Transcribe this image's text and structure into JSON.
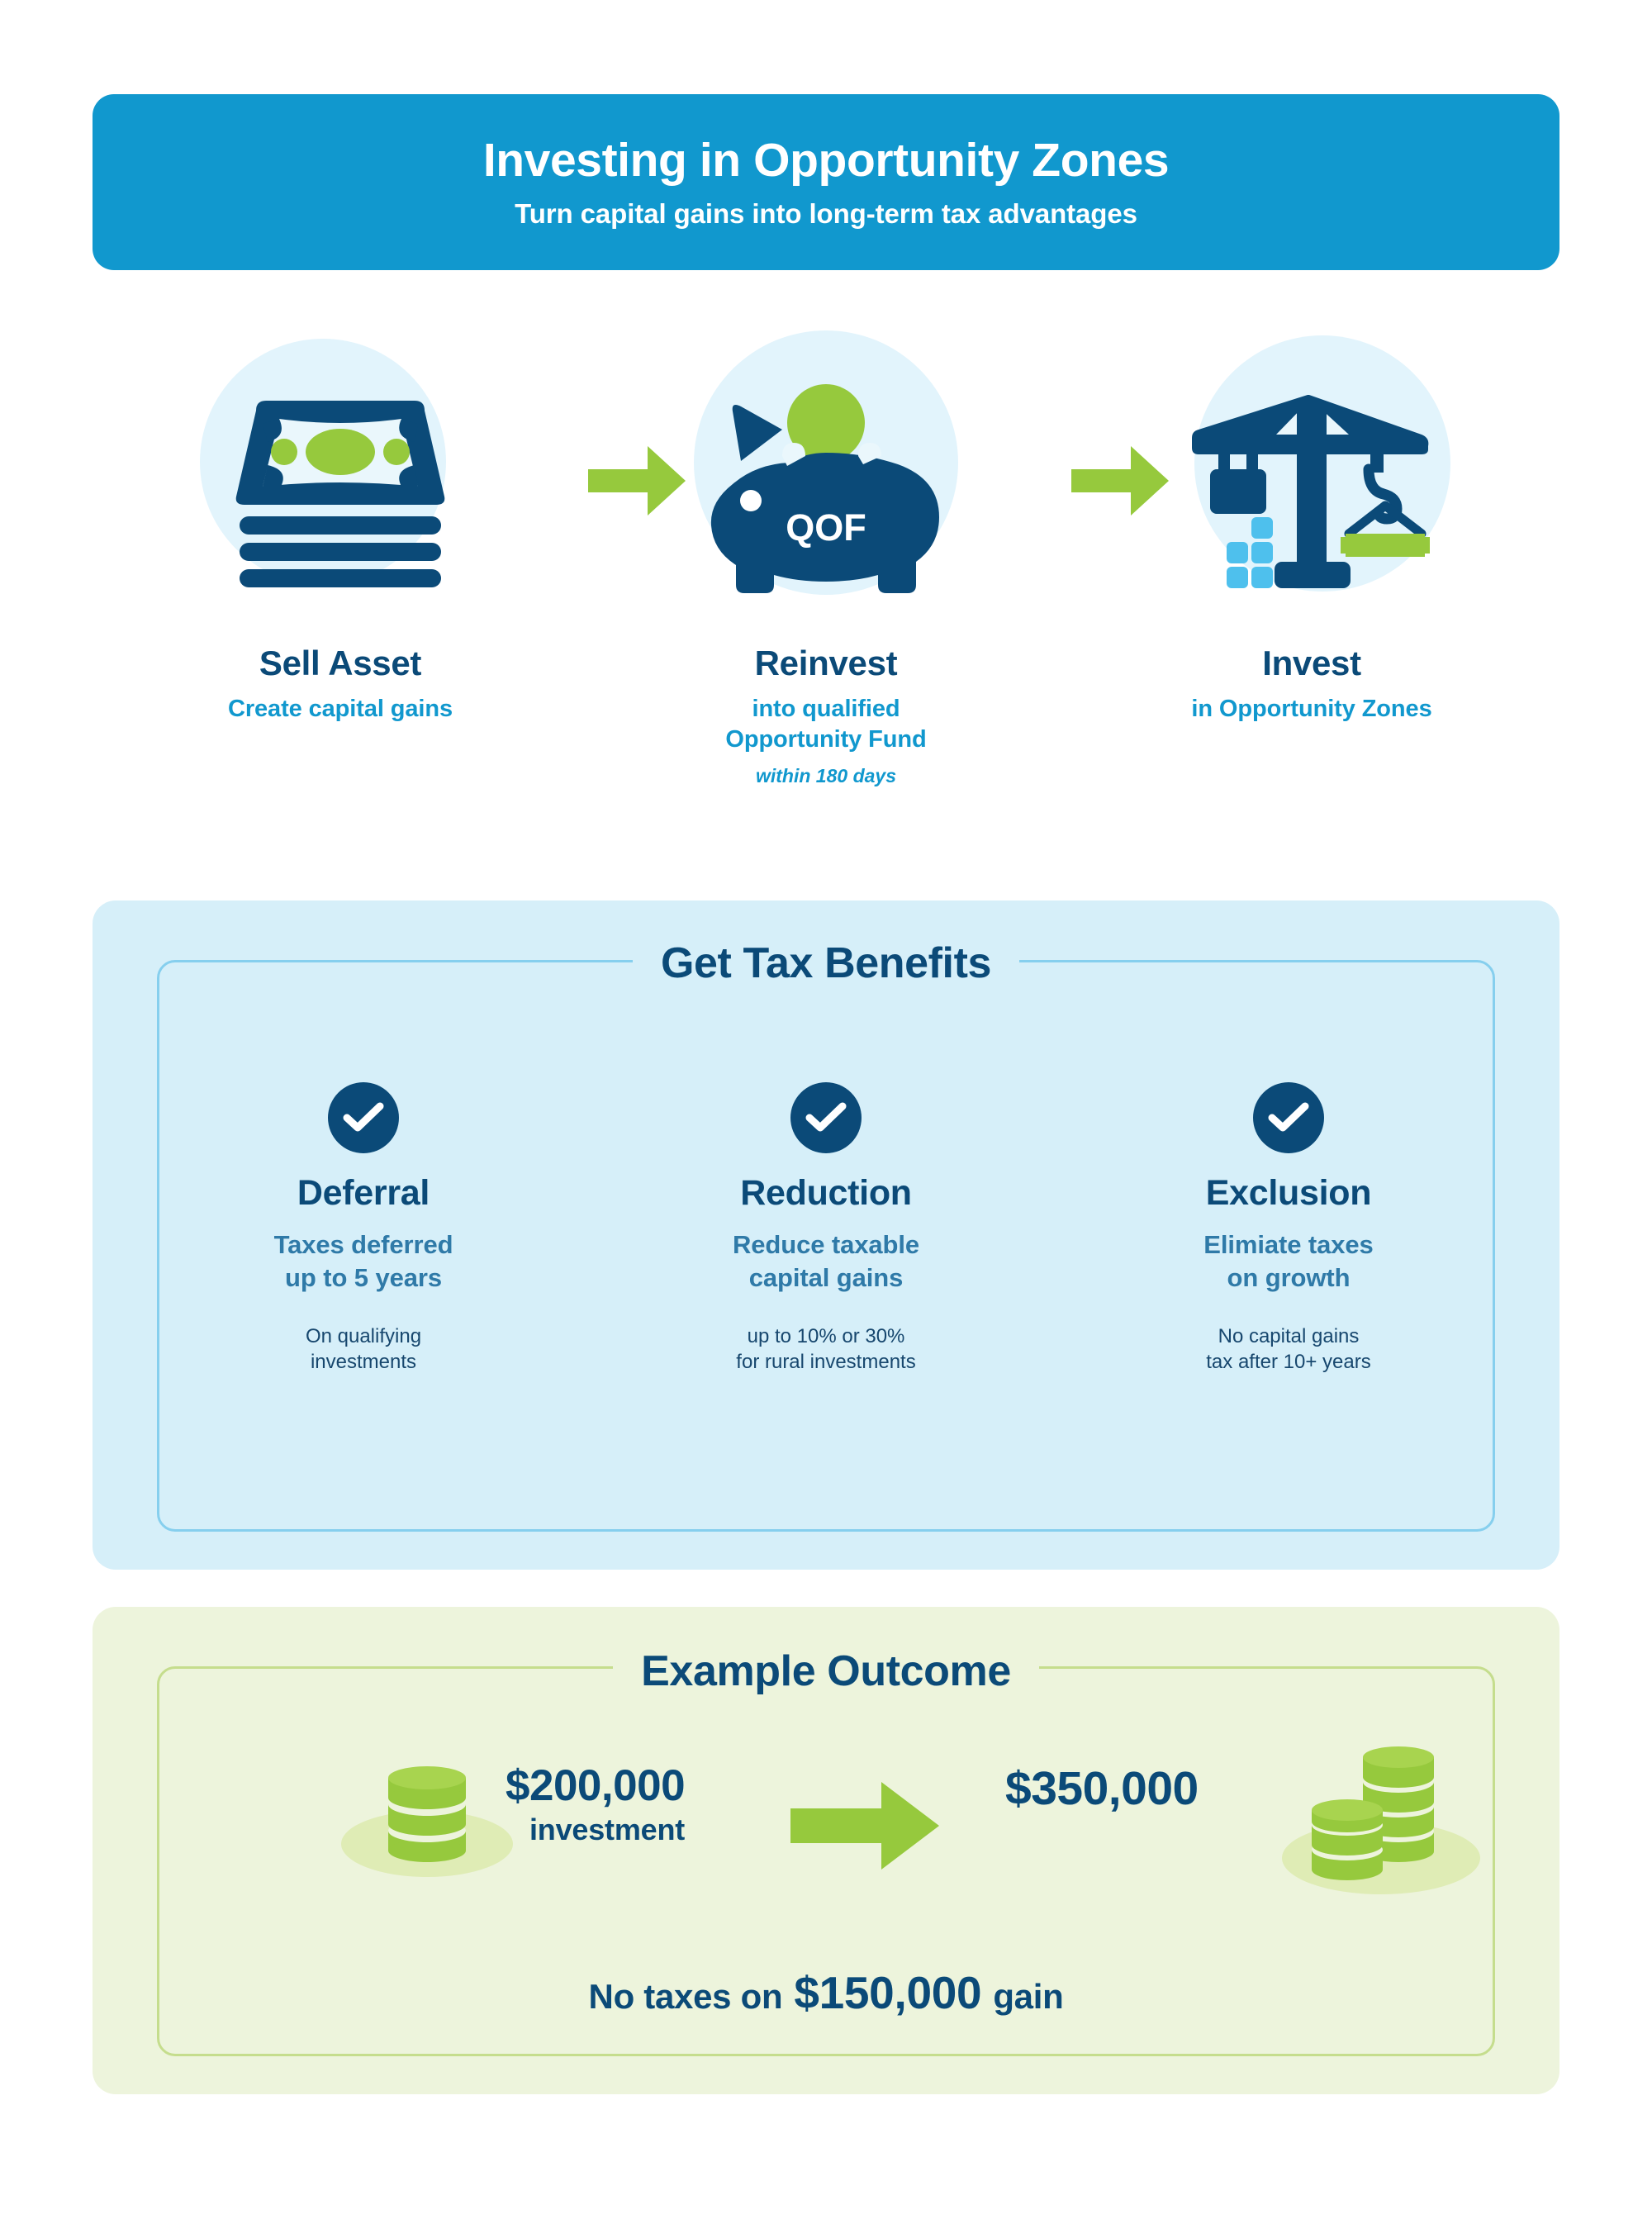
{
  "header": {
    "title": "Investing in Opportunity Zones",
    "subtitle": "Turn capital gains into long-term tax advantages",
    "bg_color": "#1198ce"
  },
  "steps": {
    "items": [
      {
        "icon": "cash-stack-icon",
        "title": "Sell Asset",
        "subtitle": "Create capital gains",
        "note": ""
      },
      {
        "icon": "piggy-bank-icon",
        "icon_label": "QOF",
        "title": "Reinvest",
        "subtitle": "into qualified\nOpportunity Fund",
        "note": "within 180 days"
      },
      {
        "icon": "construction-crane-icon",
        "title": "Invest",
        "subtitle": "in Opportunity Zones",
        "note": ""
      }
    ],
    "arrow_color": "#96c93d",
    "blob_color": "#e2f4fc"
  },
  "benefits": {
    "title": "Get Tax Benefits",
    "panel_bg": "#d6eff9",
    "panel_border": "#86cfee",
    "check_color": "#0b4a78",
    "items": [
      {
        "icon": "check-circle-icon",
        "title": "Deferral",
        "subtitle": "Taxes deferred\nup to 5 years",
        "note": "On qualifying\ninvestments"
      },
      {
        "icon": "check-circle-icon",
        "title": "Reduction",
        "subtitle": "Reduce taxable\ncapital gains",
        "note": "up to 10% or 30%\nfor rural investments"
      },
      {
        "icon": "check-circle-icon",
        "title": "Exclusion",
        "subtitle": "Elimiate taxes\non growth",
        "note": "No capital gains\ntax after 10+ years"
      }
    ]
  },
  "example": {
    "title": "Example Outcome",
    "panel_bg": "#edf4dc",
    "panel_border": "#c5dd8d",
    "coin_color": "#96c93d",
    "start_amount": "$200,000",
    "start_label": "investment",
    "end_amount": "$350,000",
    "footer_prefix": "No taxes on",
    "footer_amount": "$150,000",
    "footer_suffix": "gain"
  },
  "palette": {
    "navy": "#0b4a78",
    "blue": "#1198ce",
    "mid_blue": "#2f7aa8",
    "green": "#96c93d",
    "light_blue_panel": "#d6eff9",
    "light_green_panel": "#edf4dc",
    "sky_block": "#4ec0ed"
  }
}
